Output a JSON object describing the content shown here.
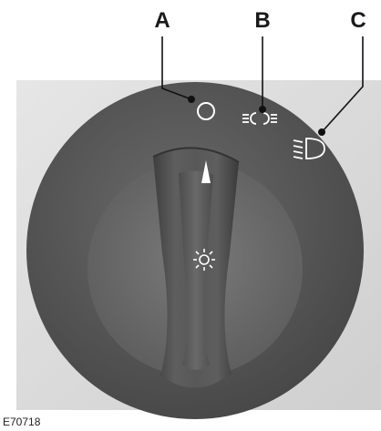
{
  "figure": {
    "id": "E70718"
  },
  "callouts": [
    {
      "letter": "A",
      "symbol": "off-position-circle"
    },
    {
      "letter": "B",
      "symbol": "parking-lamps-symbol"
    },
    {
      "letter": "C",
      "symbol": "low-beam-headlamp-symbol"
    }
  ],
  "knob": {
    "center_symbol": "sun-icon",
    "pointer": "triangle-indicator"
  },
  "colors": {
    "panel": "#dedede",
    "outer_ring": "#5a5a5a",
    "dial_face": "#6e6e6e",
    "knob_grip": "#505050",
    "leader_line": "#111111",
    "symbol_white": "#ffffff"
  }
}
